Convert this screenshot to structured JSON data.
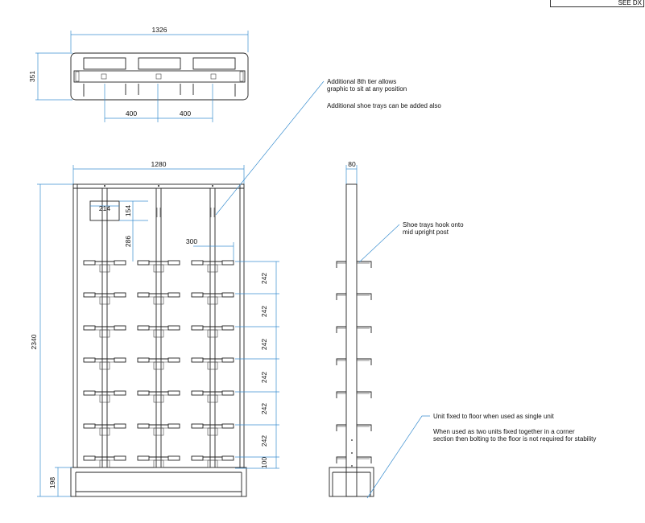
{
  "reference": "SEE DX",
  "plan_view": {
    "width_label": "1326",
    "depth_label": "351",
    "spacing_left": "400",
    "spacing_right": "400"
  },
  "front_view": {
    "width_label": "1280",
    "height_label": "2340",
    "graphic_width": "214",
    "graphic_height": "154",
    "graphic_gap": "286",
    "tray_width": "300",
    "tier_spacings": [
      "242",
      "242",
      "242",
      "242",
      "242",
      "242"
    ],
    "bottom_tier_offset": "100",
    "base_height": "198"
  },
  "side_view": {
    "depth_label": "80"
  },
  "notes": {
    "tier_line1": "Additional 8th tier allows",
    "tier_line2": "graphic to sit at any position",
    "tier_line3": "Additional shoe trays can be added also",
    "hook_line1": "Shoe trays hook onto",
    "hook_line2": "mid upright post",
    "floor_line1": "Unit fixed to floor when used as single unit",
    "floor_line2": "When used as two units fixed together in a corner",
    "floor_line3": "section then bolting to the floor is not required for stability"
  }
}
